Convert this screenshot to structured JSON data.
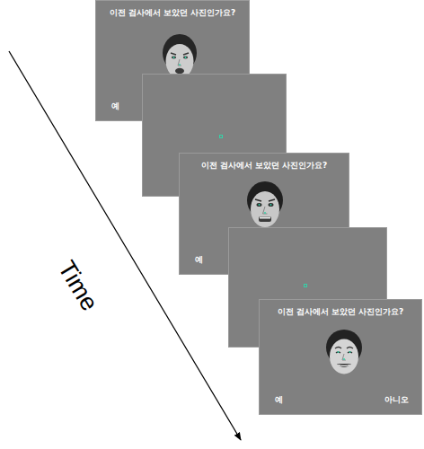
{
  "diagram": {
    "nodes": [
      {
        "text": [
          "이전 검사에서 보았던 사진인가요?",
          "예"
        ]
      },
      {
        "text": [
          "이전 검사에서 보았던 사진인가요?",
          "예"
        ]
      },
      {
        "text": [
          "이전 검사에서 보았던 사진인가요?",
          "예",
          "아니오"
        ]
      }
    ],
    "labels": [
      "Time"
    ]
  }
}
